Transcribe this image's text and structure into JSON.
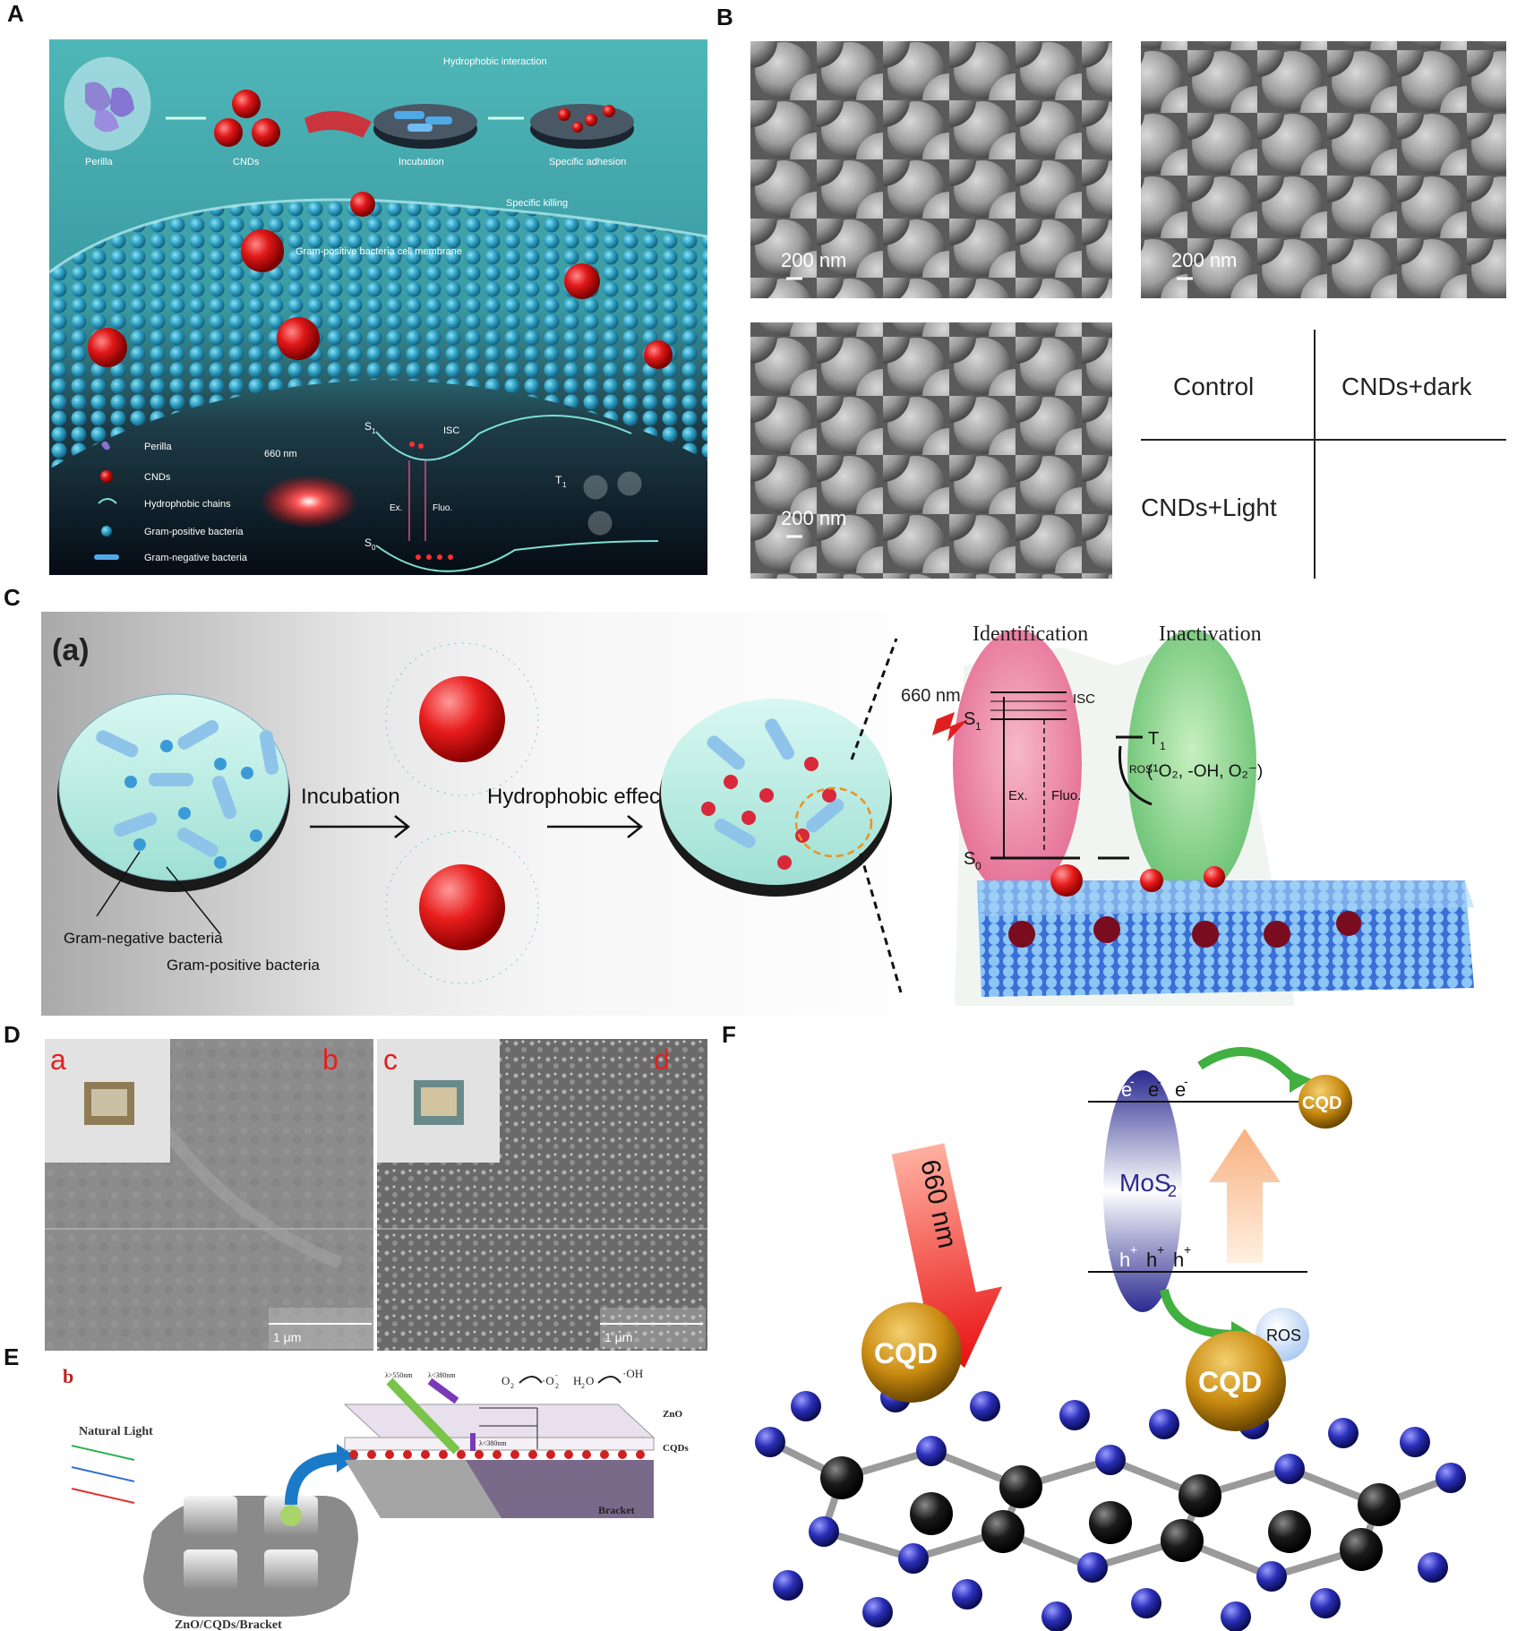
{
  "panels": {
    "A": {
      "letter": "A",
      "labels": {
        "perilla": "Perilla",
        "cnds": "CNDs",
        "incubation": "Incubation",
        "hydrophobic_interaction": "Hydrophobic interaction",
        "specific_adhesion": "Specific adhesion",
        "specific_killing": "Specific killing",
        "membrane": "Gram-positive bacteria cell membrane",
        "wavelength": "660 nm",
        "s1": "S",
        "s1_sub": "1",
        "s0": "S",
        "s0_sub": "0",
        "t1": "T",
        "t1_sub": "1",
        "isc": "ISC",
        "ex": "Ex.",
        "fluo": "Fluo."
      },
      "legend": [
        "Perilla",
        "CNDs",
        "Hydrophobic  chains",
        "Gram-positive bacteria",
        "Gram-negative bacteria"
      ]
    },
    "B": {
      "letter": "B",
      "scale_bar": "200 nm",
      "key": {
        "top_left": "Control",
        "top_right": "CNDs+dark",
        "bottom_left": "CNDs+Light"
      }
    },
    "C": {
      "letter": "C",
      "sub_label": "(a)",
      "incubation": "Incubation",
      "hydrophobic_effect": "Hydrophobic effect",
      "gram_negative": "Gram-negative bacteria",
      "gram_positive": "Gram-positive bacteria",
      "wavelength": "660 nm",
      "identification": "Identification",
      "inactivation": "Inactivation",
      "s1": "S",
      "s1_sub": "1",
      "s0": "S",
      "s0_sub": "0",
      "t1": "T",
      "t1_sub": "1",
      "isc": "ISC",
      "ex": "Ex.",
      "fluo": "Fluo.",
      "ros": "ROS",
      "ros_species": "(¹O₂, -OH, O₂⁻)"
    },
    "D": {
      "letter": "D",
      "sub_labels": [
        "a",
        "b",
        "c",
        "d"
      ],
      "scale_bar": "1 μm"
    },
    "E": {
      "letter": "E",
      "sub_label": "b",
      "natural_light": "Natural Light",
      "zno": "ZnO",
      "cqds": "CQDs",
      "bracket": "Bracket",
      "caption": "ZnO/CQDs/Bracket",
      "o2": "O",
      "o2_sub": "2",
      "o2_radical": "·O",
      "o2_radical_sub": "2",
      "o2_radical_sup": "-",
      "h2o": "H",
      "h2o_sub": "2",
      "h2o_tail": "O",
      "oh": "·OH",
      "lambda_550": "λ>550nm",
      "lambda_380": "λ<380nm",
      "lambda_380b": "λ<380nm"
    },
    "F": {
      "letter": "F",
      "wavelength": "660 nm",
      "cqd": "CQD",
      "mos2": "MoS",
      "mos2_sub": "2",
      "ros": "ROS",
      "electron": "e",
      "electron_sup": "-",
      "hole": "h",
      "hole_sup": "+"
    }
  },
  "colors": {
    "cnd_red": "#e01818",
    "bacteria_blue": "#3aa8c8",
    "bacteria_light": "#8ec3ea",
    "dish_cyan": "#bfeee6",
    "mo_blue": "#2a2fb8",
    "s_black": "#1a1a1a",
    "cqd_gold": "#c88a10",
    "sem_gray": "#8c8c8c"
  }
}
